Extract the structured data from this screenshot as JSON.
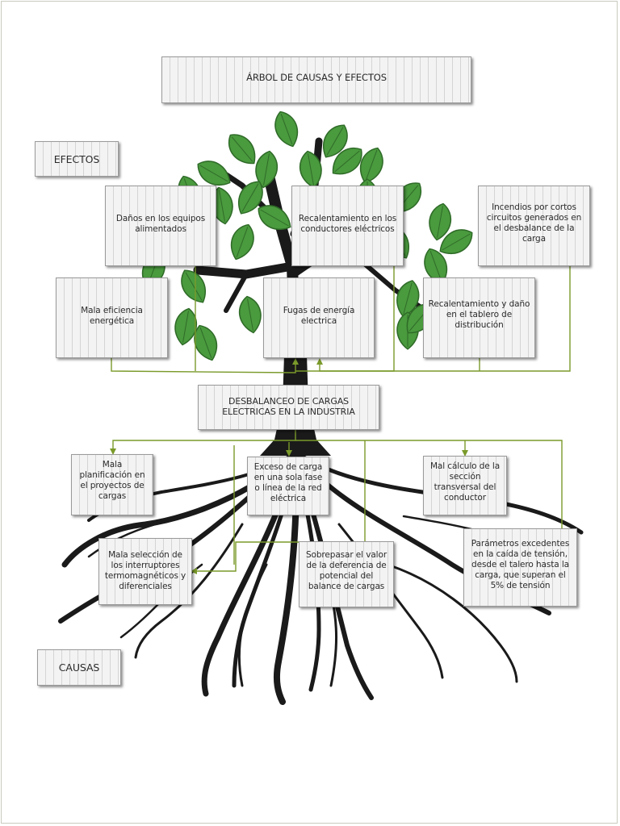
{
  "title": "ÁRBOL DE CAUSAS Y EFECTOS",
  "labels": {
    "effects": "EFECTOS",
    "causes": "CAUSAS"
  },
  "problem": "DESBALANCEO DE CARGAS ELECTRICAS EN LA INDUSTRIA",
  "effects": [
    "Daños en los equipos alimentados",
    "Recalentamiento en los conductores eléctricos",
    "Incendios por cortos circuitos generados en el desbalance de la carga",
    "Mala eficiencia energética",
    "Fugas de energía electrica",
    "Recalentamiento y daño en el tablero de distribución"
  ],
  "causes": [
    "Mala planificación en el proyectos de cargas",
    "Exceso de carga en una sola fase o línea de la red eléctrica",
    "Mal cálculo de la sección transversal del conductor",
    "Mala selección de los interruptores termomagnéticos y diferenciales",
    "Sobrepasar el valor de la deferencia de potencial del balance de cargas",
    "Parámetros excedentes en la caída de tensión, desde el talero hasta la carga, que superan el 5% de tensión"
  ],
  "colors": {
    "leaf": "#4a9a3e",
    "leaf_dark": "#2f6b28",
    "trunk": "#1a1a1a",
    "connector": "#7a9a2a",
    "box_fill": "#f3f3f3",
    "page_border": "#c9ccc0"
  }
}
